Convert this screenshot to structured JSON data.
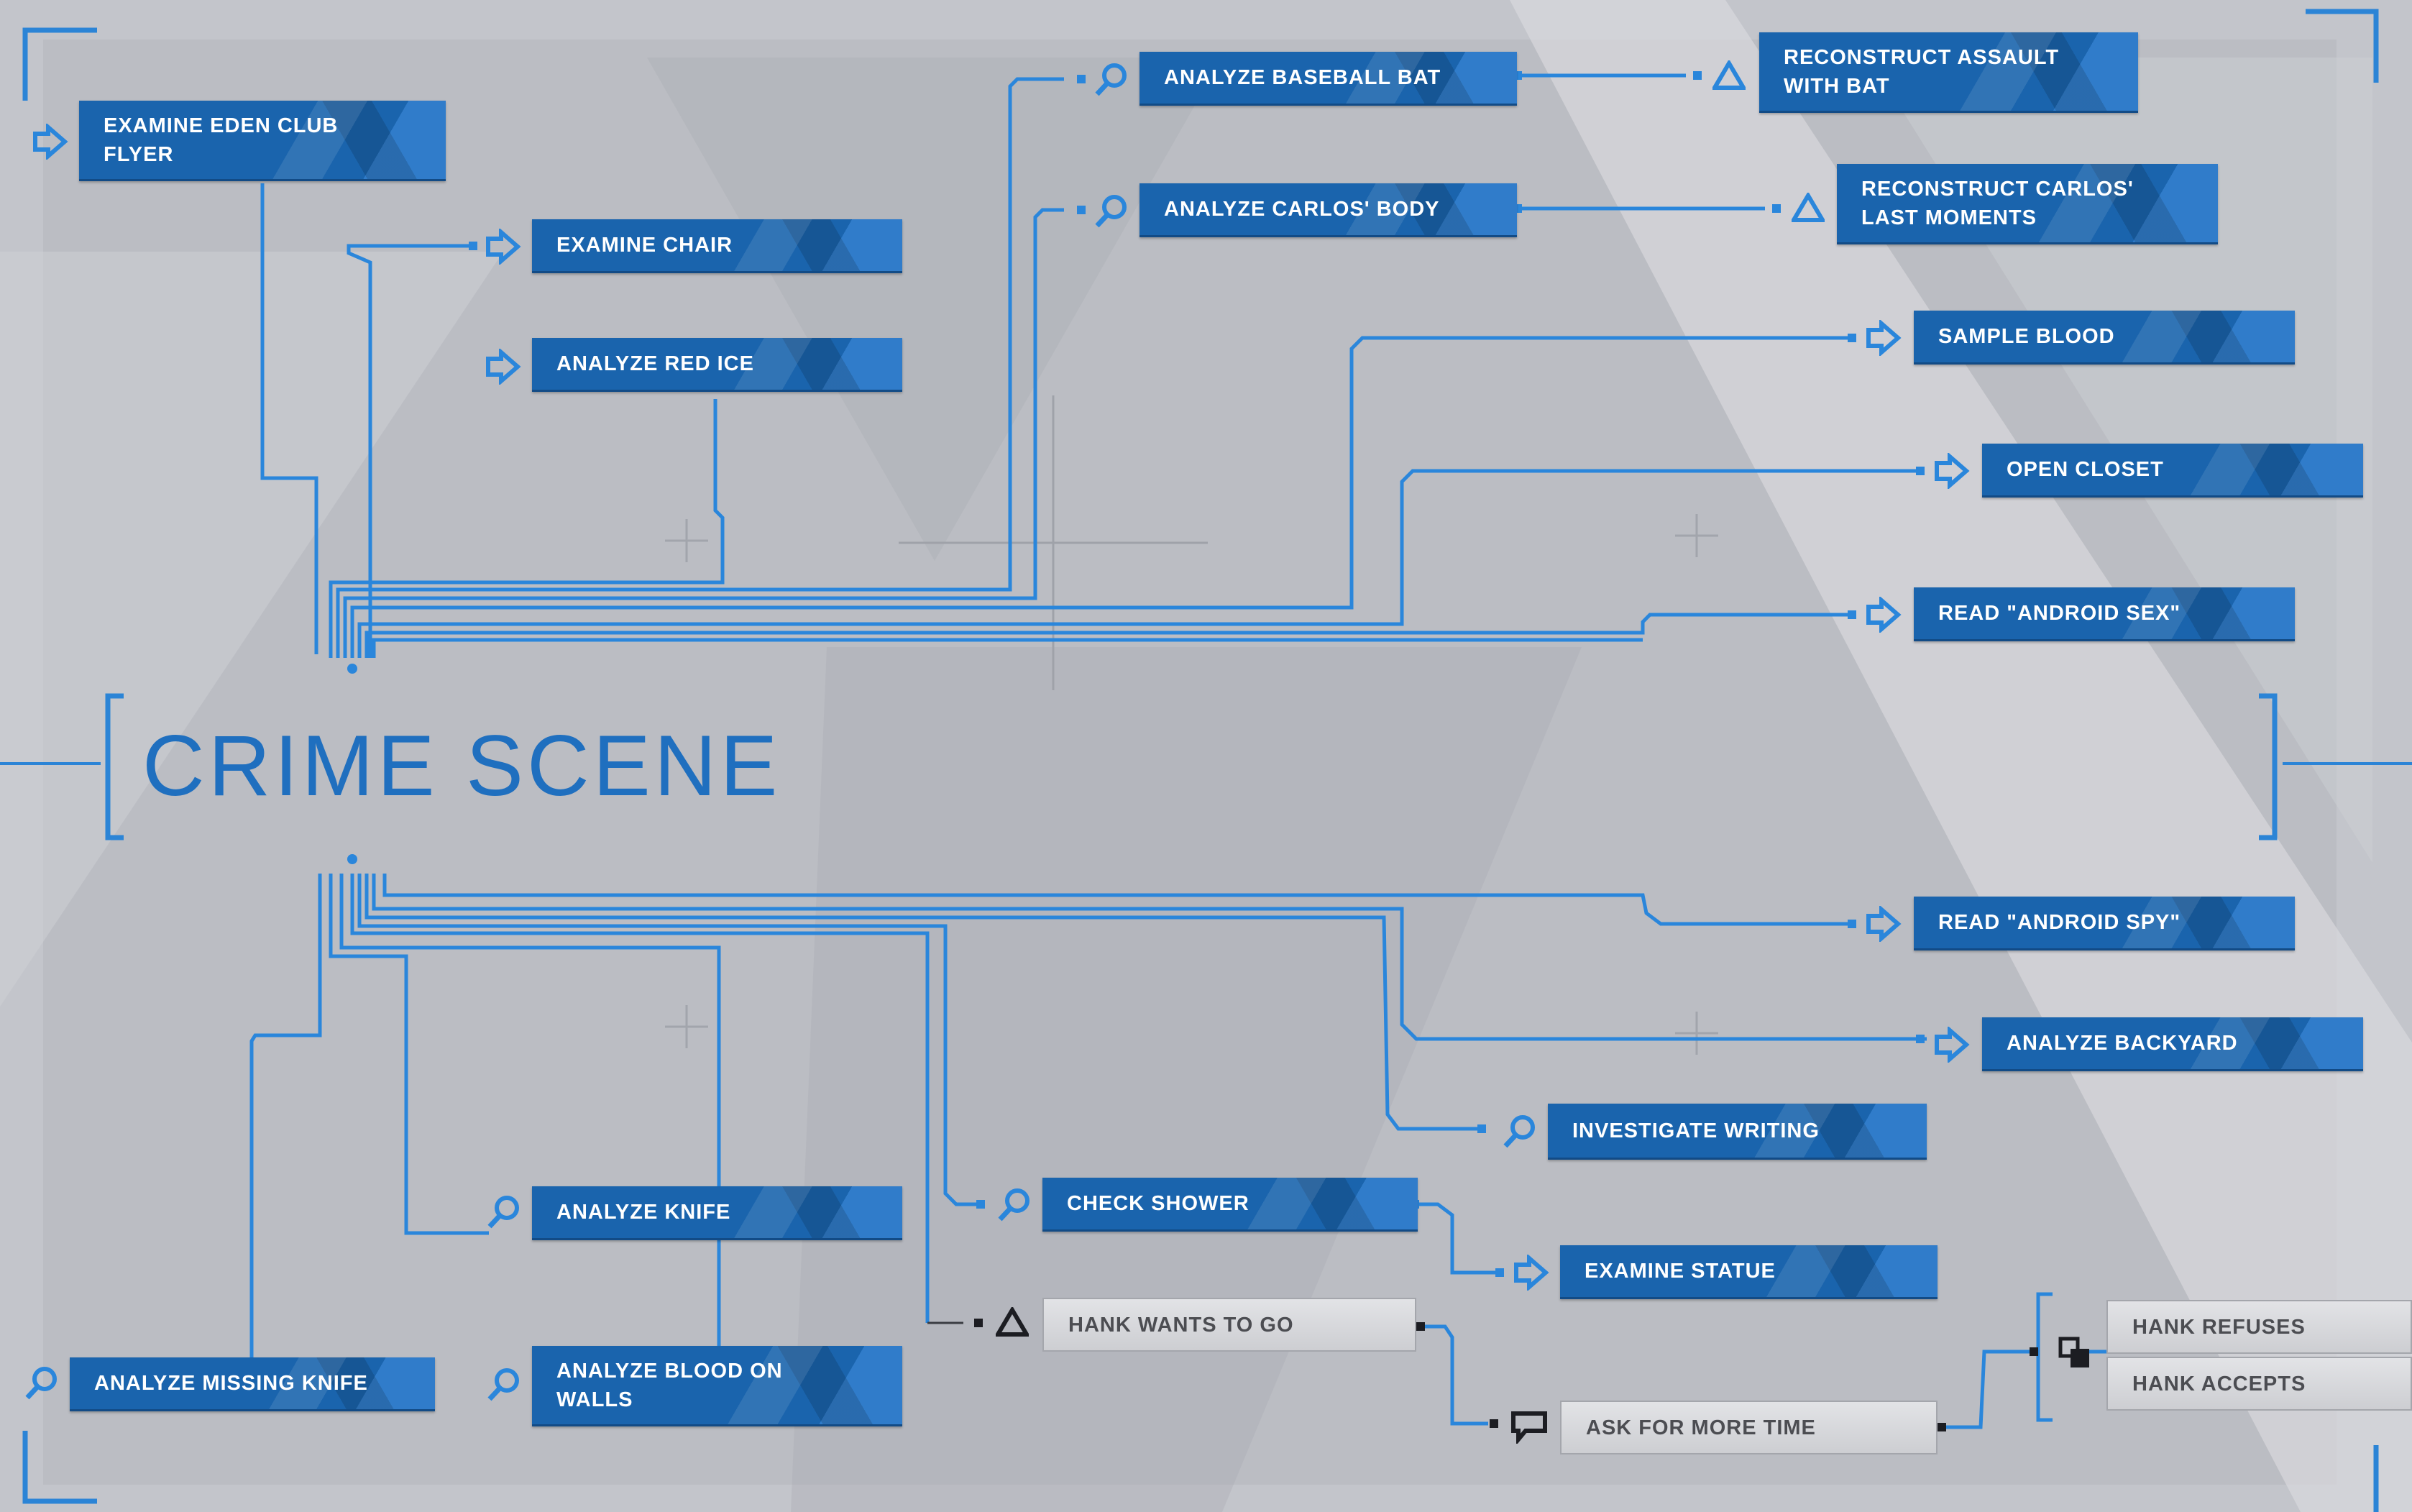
{
  "title": "CRIME SCENE",
  "colors": {
    "accent": "#1e7fd8",
    "node_blue": "#1a64ad",
    "node_gray": "#d6d7db",
    "background": "#c3c5cb"
  },
  "nodes": {
    "examine_eden_club_flyer": "EXAMINE EDEN CLUB FLYER",
    "examine_chair": "EXAMINE CHAIR",
    "analyze_red_ice": "ANALYZE RED ICE",
    "analyze_baseball_bat": "ANALYZE BASEBALL BAT",
    "reconstruct_assault_with_bat": "RECONSTRUCT ASSAULT WITH BAT",
    "analyze_carlos_body": "ANALYZE CARLOS' BODY",
    "reconstruct_carlos_last_moments": "RECONSTRUCT CARLOS' LAST MOMENTS",
    "sample_blood": "SAMPLE BLOOD",
    "open_closet": "OPEN CLOSET",
    "read_android_sex": "READ \"ANDROID SEX\"",
    "read_android_spy": "READ \"ANDROID SPY\"",
    "analyze_backyard": "ANALYZE BACKYARD",
    "investigate_writing": "INVESTIGATE WRITING",
    "check_shower": "CHECK SHOWER",
    "examine_statue": "EXAMINE STATUE",
    "analyze_knife": "ANALYZE KNIFE",
    "analyze_missing_knife": "ANALYZE MISSING KNIFE",
    "analyze_blood_on_walls": "ANALYZE BLOOD ON WALLS",
    "hank_wants_to_go": "HANK WANTS TO GO",
    "ask_for_more_time": "ASK FOR MORE TIME",
    "hank_refuses": "HANK REFUSES",
    "hank_accepts": "HANK ACCEPTS"
  },
  "icons": {
    "arrow": "arrow-right-icon",
    "search": "magnifier-icon",
    "reconstruct": "triangle-icon",
    "dialog": "speech-bubble-icon",
    "choice": "overlapping-squares-icon"
  }
}
